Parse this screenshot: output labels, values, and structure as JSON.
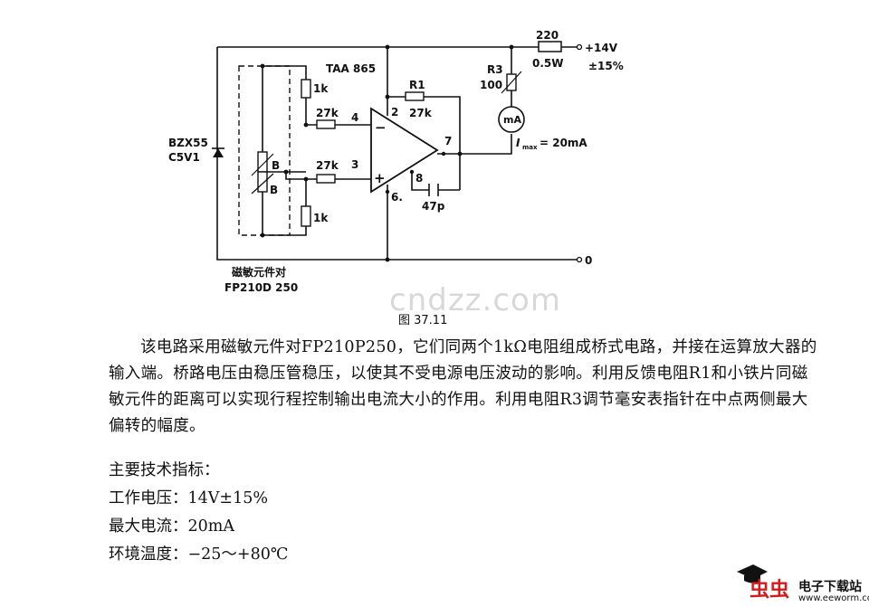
{
  "circuit": {
    "labels": {
      "r_top": "220",
      "r_top_power": "0.5W",
      "supply": "+14V",
      "tolerance": "±15%",
      "r3": "R3",
      "r3_value": "100",
      "meter": "mA",
      "imax": "I",
      "imax_sub": "max",
      "imax_value": "= 20mA",
      "ic": "TAA 865",
      "r1": "R1",
      "r1_value": "27k",
      "r_in_top": "27k",
      "r_in_bot": "27k",
      "r_bridge_top": "1k",
      "r_bridge_bot": "1k",
      "pin4": "4",
      "pin2": "2",
      "pin3": "3",
      "pin7": "7",
      "pin8": "8",
      "pin6": "6.",
      "cap": "47p",
      "zener": "BZX55",
      "zener2": "C5V1",
      "b1": "B",
      "b2": "B",
      "ground": "0",
      "minus": "−",
      "plus": "+",
      "sensor_caption1": "磁敏元件对",
      "sensor_caption2": "FP210D 250"
    },
    "figure_caption": "图 37.11",
    "watermark": "cndzz.com"
  },
  "body": {
    "paragraph": "该电路采用磁敏元件对FP210P250，它们同两个1kΩ电阻组成桥式电路，并接在运算放大器的输入端。桥路电压由稳压管稳压，以使其不受电源电压波动的影响。利用反馈电阻R1和小铁片同磁敏元件的距离可以实现行程控制输出电流大小的作用。利用电阻R3调节毫安表指针在中点两侧最大偏转的幅度。",
    "specs_title": "主要技术指标：",
    "spec1": "工作电压：14V±15%",
    "spec2": "最大电流：20mA",
    "spec3": "环境温度：−25～+80℃"
  },
  "logo": {
    "brand": "虫虫",
    "name": "电子下载站",
    "url": "www.eeworm.com"
  }
}
